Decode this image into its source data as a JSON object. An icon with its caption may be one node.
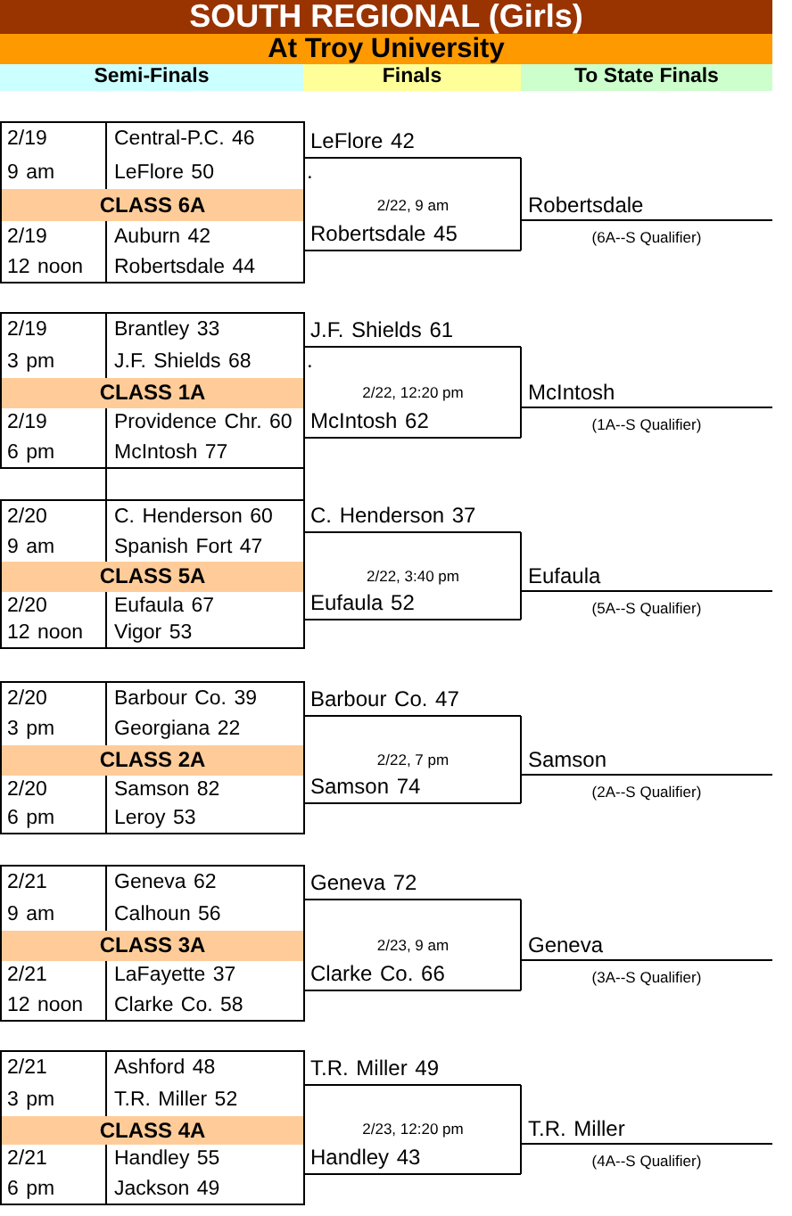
{
  "diagram": {
    "title": "SOUTH REGIONAL (Girls)",
    "nodes": [
      {
        "text": [
          "At Troy University"
        ]
      },
      {
        "text": [
          "Semi-Finals"
        ]
      },
      {
        "text": [
          "Finals"
        ]
      },
      {
        "text": [
          "To State Finals"
        ]
      },
      {
        "text": [
          "2/19",
          "9 am"
        ]
      },
      {
        "text": [
          "Central-P.C. 46",
          "LeFlore 50"
        ]
      },
      {
        "text": [
          "CLASS 6A"
        ]
      },
      {
        "text": [
          "2/19",
          "12 noon"
        ]
      },
      {
        "text": [
          "Auburn 42",
          "Robertsdale 44"
        ]
      },
      {
        "text": [
          "LeFlore 42"
        ]
      },
      {
        "text": [
          "Robertsdale 45"
        ]
      },
      {
        "text": [
          "Robertsdale"
        ],
        "beside": [
          "(6A--S Qualifier)"
        ]
      },
      {
        "text": [
          "2/19",
          "3 pm"
        ]
      },
      {
        "text": [
          "Brantley 33",
          "J.F. Shields 68"
        ]
      },
      {
        "text": [
          "CLASS 1A"
        ]
      },
      {
        "text": [
          "2/19",
          "6 pm"
        ]
      },
      {
        "text": [
          "Providence Chr. 60",
          "McIntosh 77"
        ]
      },
      {
        "text": [
          "J.F. Shields 61"
        ]
      },
      {
        "text": [
          "McIntosh 62"
        ]
      },
      {
        "text": [
          "McIntosh"
        ],
        "beside": [
          "(1A--S Qualifier)"
        ]
      },
      {
        "text": [],
        "shape": "box"
      },
      {
        "text": [],
        "shape": "box"
      },
      {
        "text": [
          "2/20",
          "9 am"
        ]
      },
      {
        "text": [
          "C. Henderson 60",
          "Spanish Fort 47"
        ]
      },
      {
        "text": [
          "CLASS 5A"
        ]
      },
      {
        "text": [
          "2/20",
          "12 noon"
        ]
      },
      {
        "text": [
          "Eufaula 67",
          "Vigor 53"
        ]
      },
      {
        "text": [
          "C. Henderson 37"
        ]
      },
      {
        "text": [
          "Eufaula 52"
        ]
      },
      {
        "text": [
          "Eufaula"
        ],
        "beside": [
          "(5A--S Qualifier)"
        ]
      },
      {
        "text": [
          "2/20",
          "3 pm"
        ]
      },
      {
        "text": [
          "Barbour Co. 39",
          "Georgiana 22"
        ]
      },
      {
        "text": [
          "CLASS 2A"
        ]
      },
      {
        "text": [
          "2/20",
          "6 pm"
        ]
      },
      {
        "text": [
          "Samson 82",
          "Leroy 53"
        ]
      },
      {
        "text": [
          "Barbour Co. 47"
        ]
      },
      {
        "text": [
          "Samson 74"
        ]
      },
      {
        "text": [
          "Samson"
        ],
        "beside": [
          "(2A--S Qualifier)"
        ]
      },
      {
        "text": [
          "2/21",
          "9 am"
        ]
      },
      {
        "text": [
          "Geneva 62",
          "Calhoun 56"
        ]
      },
      {
        "text": [
          "CLASS 3A"
        ]
      },
      {
        "text": [
          "2/21",
          "12 noon"
        ]
      },
      {
        "text": [
          "LaFayette 37",
          "Clarke Co. 58"
        ]
      },
      {
        "text": [
          "Geneva 72"
        ]
      },
      {
        "text": [
          "Clarke Co. 66"
        ]
      },
      {
        "text": [
          "Geneva"
        ],
        "beside": [
          "(3A--S Qualifier)"
        ]
      },
      {
        "text": [
          "2/21",
          "3 pm"
        ]
      },
      {
        "text": [
          "Ashford 48",
          "T.R. Miller 52"
        ]
      },
      {
        "text": [
          "CLASS 4A"
        ]
      },
      {
        "text": [
          "2/21",
          "6 pm"
        ]
      },
      {
        "text": [
          "Handley 55",
          "Jackson 49"
        ]
      },
      {
        "text": [
          "T.R. Miller 49"
        ]
      },
      {
        "text": [
          "Handley 43"
        ]
      },
      {
        "text": [
          "T.R. Miller"
        ],
        "beside": [
          "(4A--S Qualifier)"
        ]
      }
    ],
    "edges": [
      {
        "from": 9,
        "to": 11,
        "arrow": "none"
      },
      {
        "from": 10,
        "to": 11,
        "arrow": "none"
      },
      {
        "from": 17,
        "to": 19,
        "arrow": "none"
      },
      {
        "from": 18,
        "to": 19,
        "arrow": "none"
      },
      {
        "from": 27,
        "to": 29,
        "arrow": "none"
      },
      {
        "from": 28,
        "to": 29,
        "arrow": "none"
      },
      {
        "from": 35,
        "to": 37,
        "arrow": "none"
      },
      {
        "from": 36,
        "to": 37,
        "arrow": "none"
      },
      {
        "from": 43,
        "to": 45,
        "arrow": "none"
      },
      {
        "from": 44,
        "to": 45,
        "arrow": "none"
      },
      {
        "from": 51,
        "to": 53,
        "arrow": "none"
      },
      {
        "from": 52,
        "to": 53,
        "arrow": "none"
      }
    ],
    "labels": [
      ".",
      "2/22, 9 am",
      ".",
      "2/22, 12:20 pm",
      "2/22, 3:40 pm",
      "2/22, 7 pm",
      "2/23, 9 am",
      "2/23, 12:20 pm"
    ]
  }
}
